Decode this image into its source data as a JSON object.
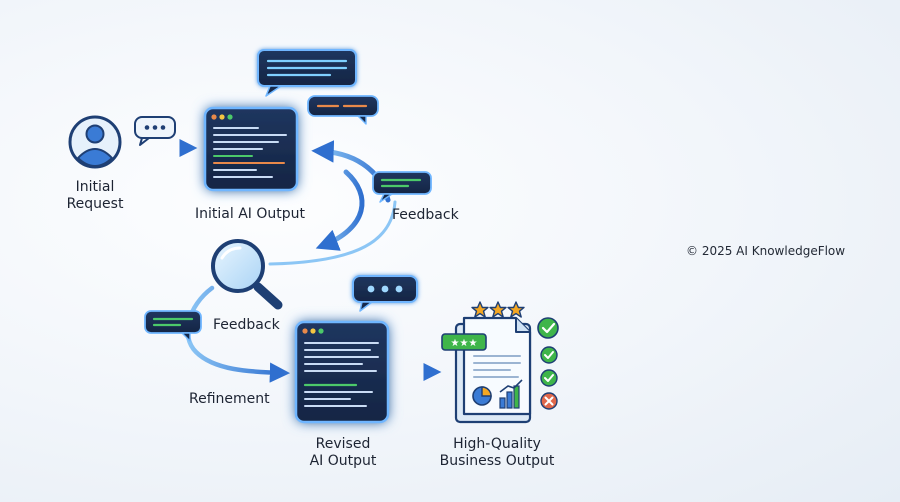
{
  "labels": {
    "initial_request": "Initial\nRequest",
    "initial_output": "Initial AI Output",
    "feedback_top": "Feedback",
    "feedback_left": "Feedback",
    "refinement": "Refinement",
    "revised_output": "Revised\nAI Output",
    "business_output": "High-Quality\nBusiness Output"
  },
  "copyright": "© 2025 AI KnowledgeFlow",
  "icons": [
    "user-avatar-icon",
    "chat-bubble-icon",
    "magnifier-icon",
    "star-icon",
    "check-icon",
    "cross-icon",
    "report-document-icon",
    "pie-chart-icon",
    "bar-chart-icon"
  ],
  "colors": {
    "accent": "#3a7bd5",
    "screen": "#1b2f55",
    "glow": "#6fb6ff",
    "green_line": "#4cc96a",
    "orange_line": "#e8894a",
    "star": "#f4a723",
    "check": "#3fb54a",
    "cross": "#e0674a"
  }
}
